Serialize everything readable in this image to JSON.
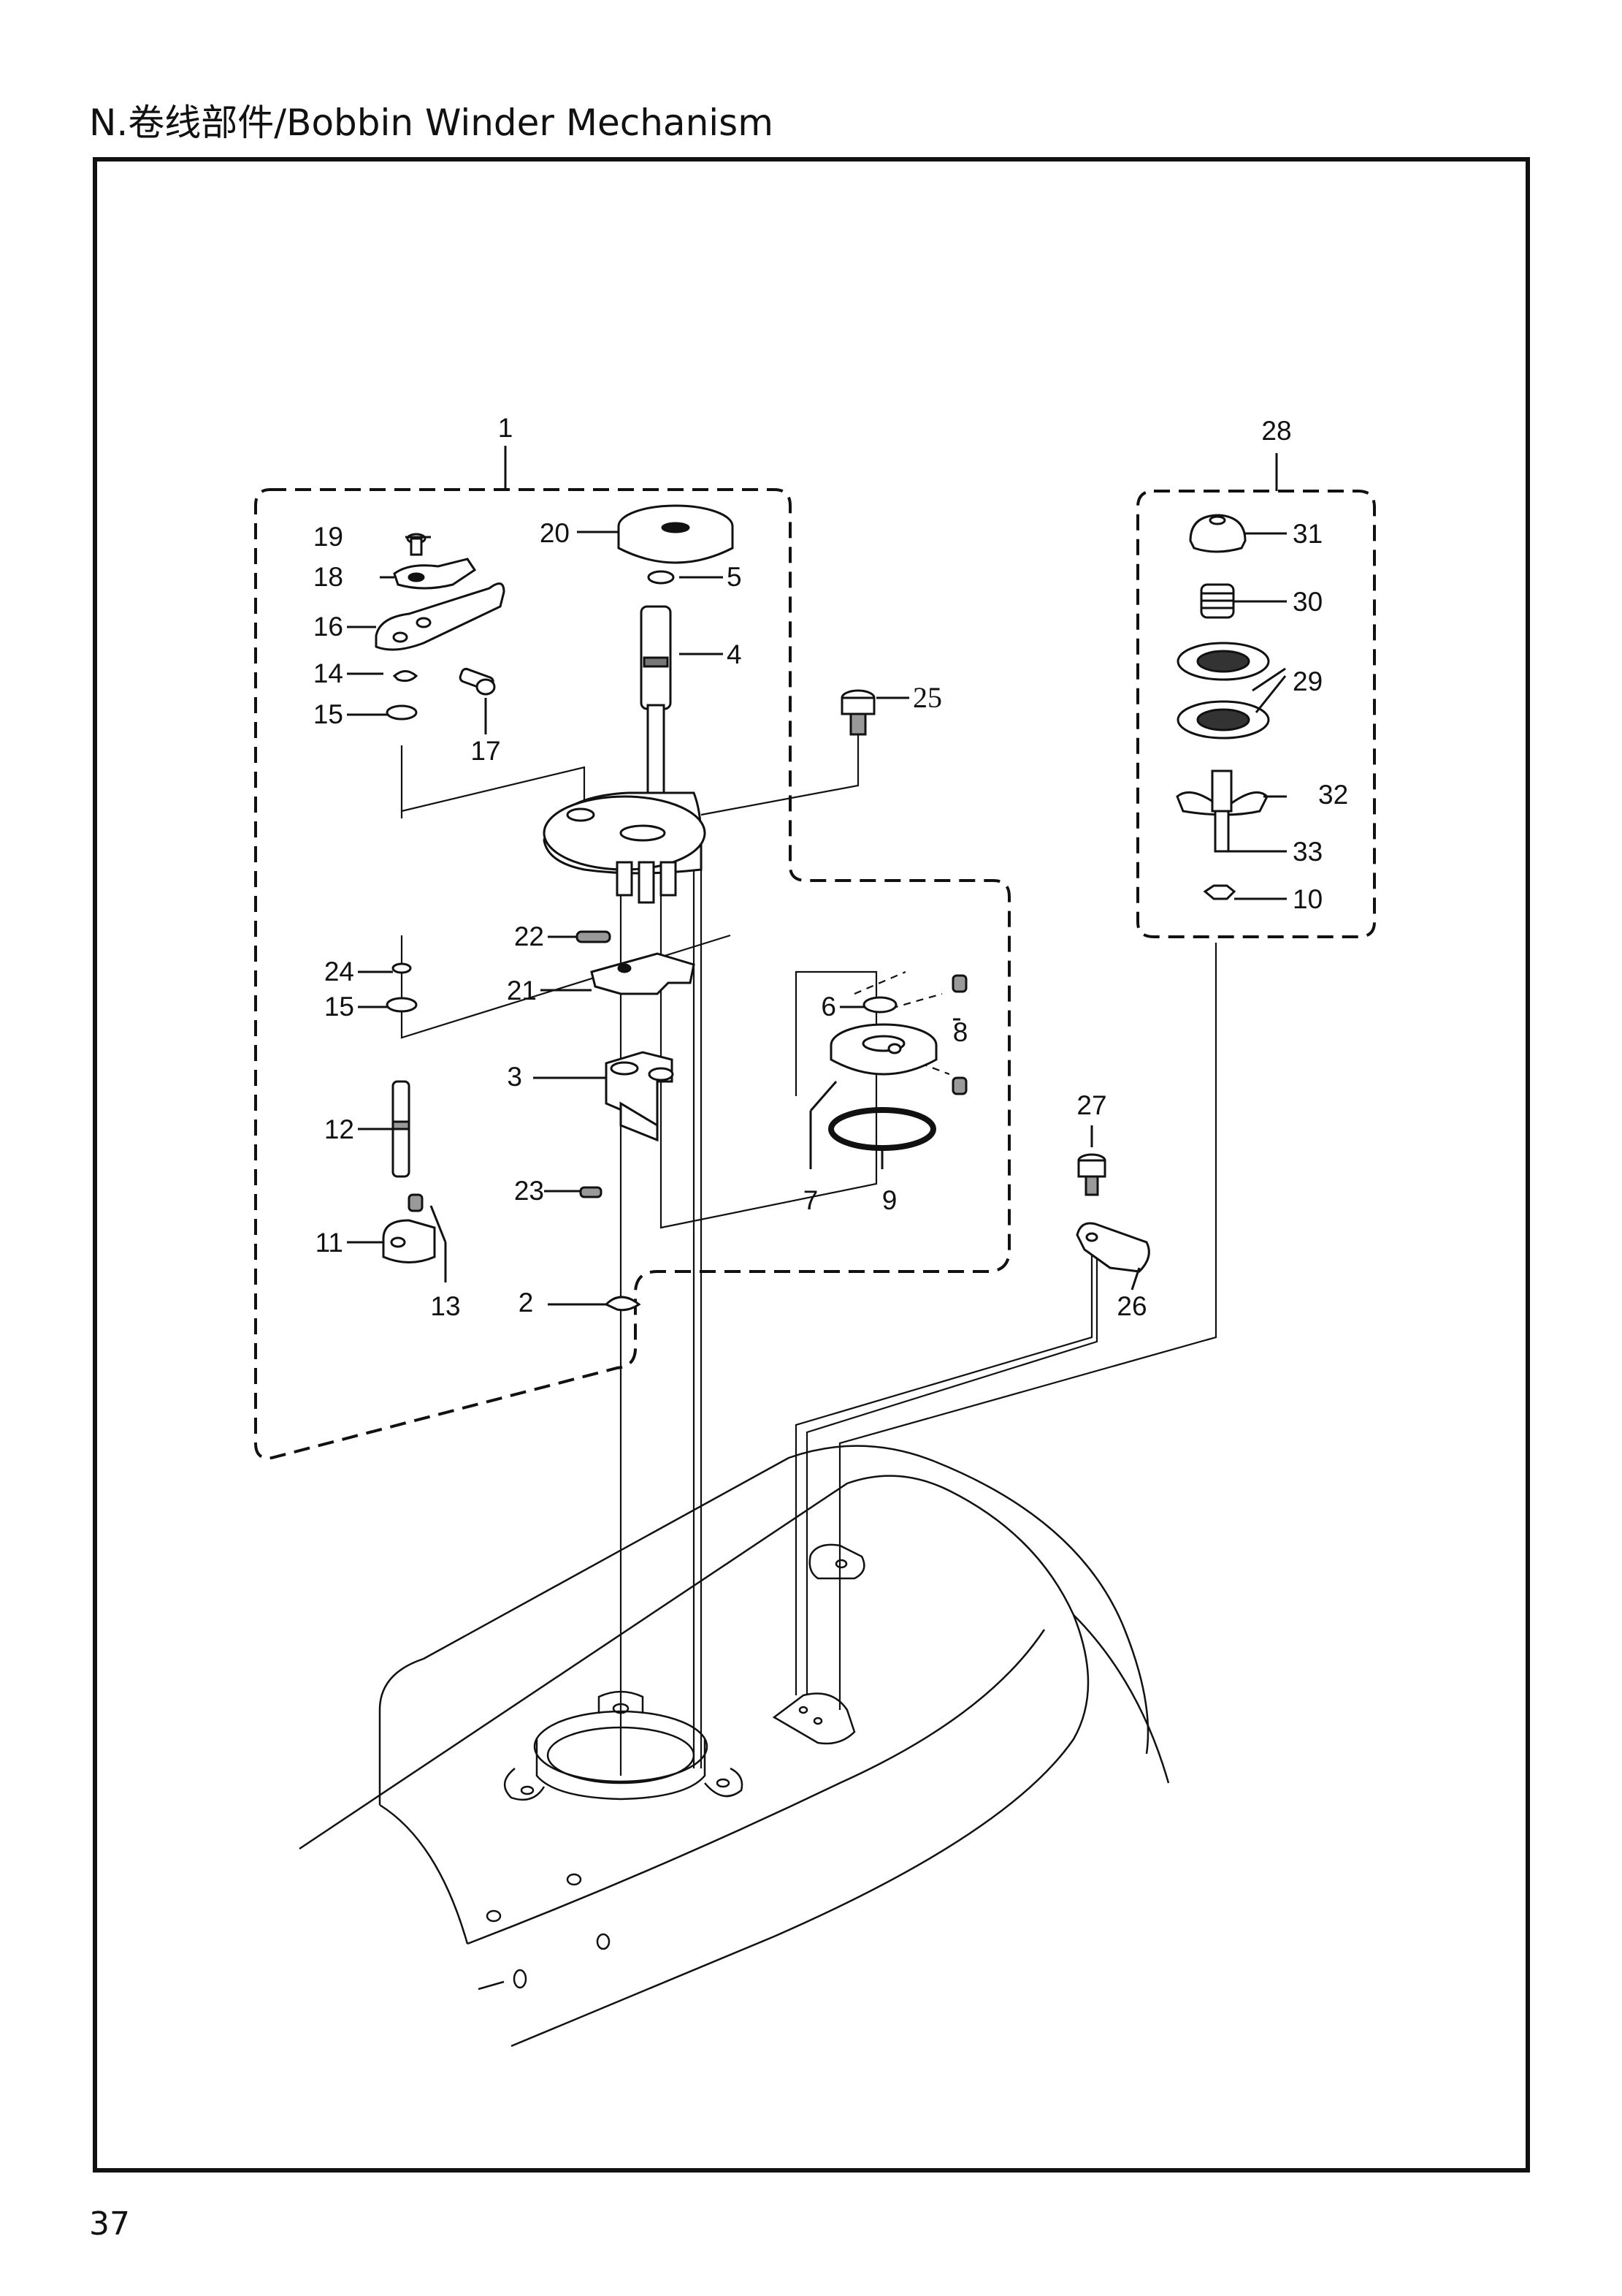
{
  "header": {
    "title": "N.卷线部件/Bobbin Winder Mechanism"
  },
  "footer": {
    "page_number": "37"
  },
  "callouts": [
    {
      "id": "c1",
      "text": "1"
    },
    {
      "id": "c2",
      "text": "2"
    },
    {
      "id": "c3",
      "text": "3"
    },
    {
      "id": "c4",
      "text": "4"
    },
    {
      "id": "c5",
      "text": "5"
    },
    {
      "id": "c6",
      "text": "6"
    },
    {
      "id": "c7",
      "text": "7"
    },
    {
      "id": "c8",
      "text": "8"
    },
    {
      "id": "c9",
      "text": "9"
    },
    {
      "id": "c10",
      "text": "10"
    },
    {
      "id": "c11",
      "text": "11"
    },
    {
      "id": "c12",
      "text": "12"
    },
    {
      "id": "c13",
      "text": "13"
    },
    {
      "id": "c14",
      "text": "14"
    },
    {
      "id": "c15a",
      "text": "15"
    },
    {
      "id": "c15b",
      "text": "15"
    },
    {
      "id": "c16",
      "text": "16"
    },
    {
      "id": "c17",
      "text": "17"
    },
    {
      "id": "c18",
      "text": "18"
    },
    {
      "id": "c19",
      "text": "19"
    },
    {
      "id": "c20",
      "text": "20"
    },
    {
      "id": "c21",
      "text": "21"
    },
    {
      "id": "c22",
      "text": "22"
    },
    {
      "id": "c23",
      "text": "23"
    },
    {
      "id": "c24",
      "text": "24"
    },
    {
      "id": "c25",
      "text": "25"
    },
    {
      "id": "c26",
      "text": "26"
    },
    {
      "id": "c27",
      "text": "27"
    },
    {
      "id": "c28",
      "text": "28"
    },
    {
      "id": "c29",
      "text": "29"
    },
    {
      "id": "c30",
      "text": "30"
    },
    {
      "id": "c31",
      "text": "31"
    },
    {
      "id": "c32",
      "text": "32"
    },
    {
      "id": "c33",
      "text": "33"
    }
  ]
}
